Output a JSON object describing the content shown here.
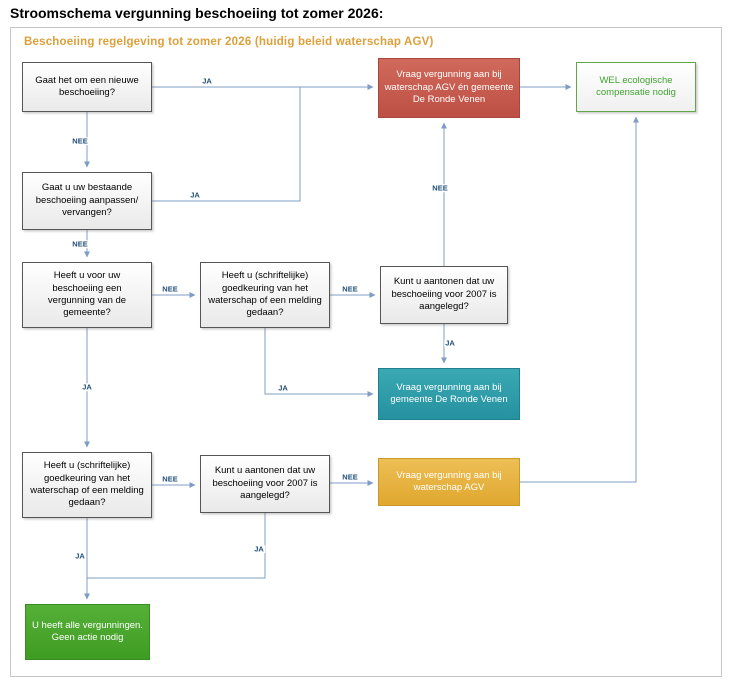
{
  "title": "Stroomschema vergunning beschoeiing tot zomer 2026:",
  "subtitle": "Beschoeiing regelgeving tot zomer 2026 (huidig beleid waterschap AGV)",
  "labels": {
    "yes": "JA",
    "no": "NEE"
  },
  "nodes": {
    "new_shoring": "Gaat het om een nieuwe beschoeiing?",
    "existing_shoring": "Gaat u uw bestaande beschoeiing aanpassen/ vervangen?",
    "municipal_permit": "Heeft u voor uw beschoeiing een vergunning van de gemeente?",
    "waterboard_approval_mid": "Heeft u (schriftelijke) goedkeuring van het waterschap of een melding gedaan?",
    "before_2007_mid": "Kunt u aantonen dat uw beschoeiing voor 2007 is aangelegd?",
    "apply_agv_and_municipality": "Vraag vergunning aan bij waterschap AGV én gemeente De Ronde Venen",
    "eco_compensation": "WEL ecologische compensatie nodig",
    "apply_municipality": "Vraag vergunning aan bij gemeente De Ronde Venen",
    "waterboard_approval_bottom": "Heeft u (schriftelijke) goedkeuring van het waterschap of een melding gedaan?",
    "before_2007_bottom": "Kunt u aantonen dat uw beschoeiing voor 2007 is aangelegd?",
    "apply_agv": "Vraag vergunning aan bij waterschap AGV",
    "all_permits": "U heeft alle vergunningen. Geen actie nodig"
  },
  "colors": {
    "subtitle_orange": "#dd9f3a",
    "action_red": "#c0504d",
    "action_teal": "#2e99a6",
    "action_gold": "#e3ab32",
    "outcome_green": "#47a42c",
    "eco_compensation_border": "#62a649",
    "eco_compensation_text": "#3fa32f",
    "connector_blue": "#7f9dc4",
    "edge_label_navy": "#1f4e79"
  }
}
